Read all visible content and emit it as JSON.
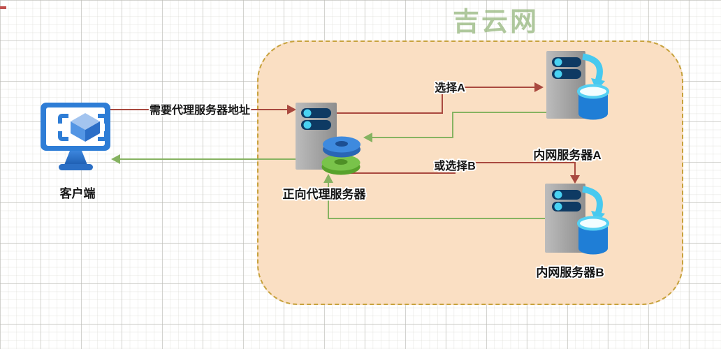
{
  "watermark": {
    "text": "吉云网",
    "color": "#9cbb85"
  },
  "colors": {
    "red_arrow": "#a9493f",
    "green_arrow": "#86b361",
    "container_fill": "#fadfc3",
    "container_border": "#c7a23d",
    "server_gray": "#a3a3a3",
    "slot_navy": "#0e3a63",
    "led_cyan": "#49d2f2",
    "disk_blue": "#3e8ade",
    "disk_green": "#79c34a",
    "db_cylinder_blue": "#1f7ed6",
    "sync_arrow_cyan": "#47c9ef",
    "client_blue": "#2e7dd6"
  },
  "nodes": {
    "client": {
      "label": "客户端"
    },
    "proxy": {
      "label": "正向代理服务器"
    },
    "server_a": {
      "label": "内网服务器A"
    },
    "server_b": {
      "label": "内网服务器B"
    }
  },
  "edges": {
    "request": {
      "label": "需要代理服务器地址"
    },
    "choose_a": {
      "label": "选择A"
    },
    "choose_b": {
      "label": "或选择B"
    }
  }
}
